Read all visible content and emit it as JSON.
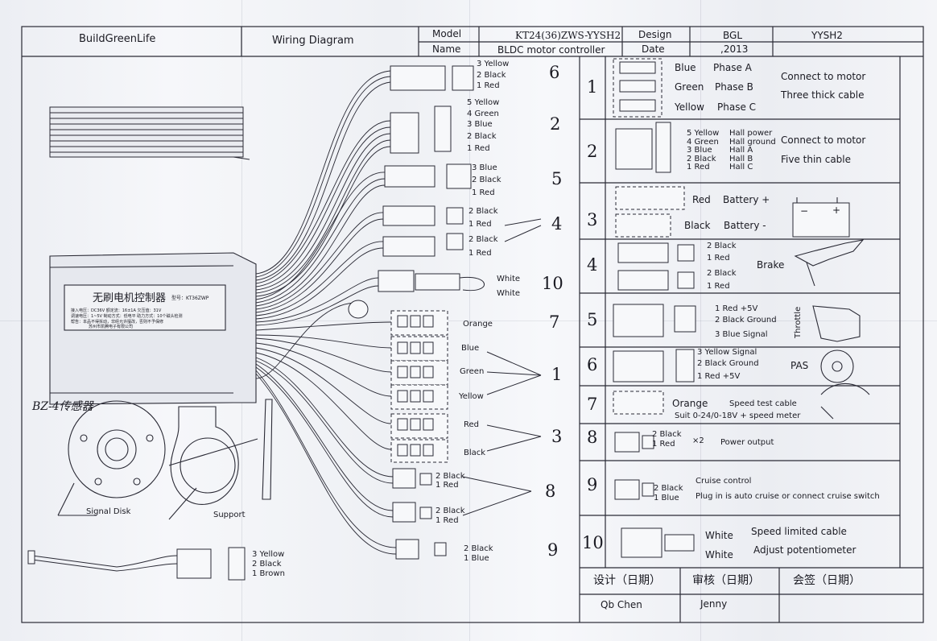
{
  "header": {
    "company": "BuildGreenLife",
    "title": "Wiring Diagram",
    "model_label": "Model",
    "model_value": "KT24(36)ZWS-YYSH2",
    "name_label": "Name",
    "name_value": "BLDC motor controller",
    "design_label": "Design",
    "design_value": "BGL",
    "design_code": "YYSH2",
    "date_label": "Date",
    "date_value": ",2013"
  },
  "controller": {
    "chinese_title": "无刷电机控制器",
    "model_tag": "型号：KT36ZWP",
    "spec_lines": [
      "接入电压：DC36V  额定流：16±1A  欠压值：31V",
      "调速电压：1~5V  制动方式：低电平  助力方式：10个磁头检测",
      "帮告：本品不得拆动，非经允许擅改，否则不予保修",
      "苏州市凯腾电子有限公司"
    ]
  },
  "connectors_left": [
    {
      "id": "6",
      "wires": [
        "3 Yellow",
        "2 Black",
        "1 Red"
      ]
    },
    {
      "id": "2",
      "wires": [
        "5 Yellow",
        "4 Green",
        "3 Blue",
        "2 Black",
        "1 Red"
      ]
    },
    {
      "id": "5",
      "wires": [
        "3 Blue",
        "2 Black",
        "1 Red"
      ]
    },
    {
      "id": "4",
      "wires": [
        "2 Black",
        "1 Red",
        "2 Black",
        "1 Red"
      ]
    },
    {
      "id": "10",
      "wires": [
        "White",
        "White"
      ]
    },
    {
      "id": "7",
      "wires": [
        "Orange"
      ]
    },
    {
      "id": "1",
      "wires": [
        "Blue",
        "Green",
        "Yellow"
      ]
    },
    {
      "id": "3",
      "wires": [
        "Red",
        "Black"
      ]
    },
    {
      "id": "8",
      "wires": [
        "2 Black",
        "1 Red",
        "2 Black",
        "1 Red"
      ]
    },
    {
      "id": "9",
      "wires": [
        "2 Black",
        "1 Blue"
      ]
    }
  ],
  "sensor": {
    "title": "BZ-4传感器",
    "signal_disk": "Signal Disk",
    "support": "Support",
    "cable_wires": [
      "3 Yellow",
      "2 Black",
      "1 Brown"
    ]
  },
  "table_rows": [
    {
      "num": "1",
      "lines": [
        "Blue",
        "Phase A",
        "Green",
        "Phase  B",
        "Yellow",
        "Phase C"
      ],
      "desc": [
        "Connect to motor",
        "Three thick cable"
      ]
    },
    {
      "num": "2",
      "lines": [
        "5 Yellow",
        "4  Green",
        "3  Blue",
        "2  Black",
        "1  Red",
        "Hall power",
        "Hall ground",
        "Hall A",
        "Hall B",
        "Hall C"
      ],
      "desc": [
        "Connect to  motor",
        "Five thin cable"
      ]
    },
    {
      "num": "3",
      "lines": [
        "Red",
        "Battery +",
        "Black",
        "Battery -"
      ],
      "desc": []
    },
    {
      "num": "4",
      "lines": [
        "2 Black",
        "1 Red",
        "2 Black",
        "1 Red"
      ],
      "desc": [
        "Brake"
      ]
    },
    {
      "num": "5",
      "lines": [
        "1 Red   +5V",
        "2 Black  Ground",
        "3 Blue   Signal"
      ],
      "desc": [
        "Throttle"
      ]
    },
    {
      "num": "6",
      "lines": [
        "3 Yellow  Signal",
        "2 Black  Ground",
        "1 Red    +5V"
      ],
      "desc": [
        "PAS"
      ]
    },
    {
      "num": "7",
      "lines": [
        "Orange",
        "Speed test cable",
        "Suit 0-24/0-18V + speed meter"
      ],
      "desc": []
    },
    {
      "num": "8",
      "lines": [
        "2 Black",
        "1 Red",
        "×2"
      ],
      "desc": [
        "Power output"
      ]
    },
    {
      "num": "9",
      "lines": [
        "2 Black",
        "1 Blue"
      ],
      "desc": [
        "Cruise  control",
        "Plug in is auto cruise or connect cruise switch"
      ]
    },
    {
      "num": "10",
      "lines": [
        "White",
        "White"
      ],
      "desc": [
        "Speed limited cable",
        "Adjust potentiometer"
      ]
    }
  ],
  "footer": {
    "design_label": "设计（日期）",
    "review_label": "审核（日期）",
    "sign_label": "会签（日期）",
    "designer": "Qb Chen",
    "reviewer": "Jenny"
  },
  "colors": {
    "ink": "#1a1a22",
    "paper": "#f3f4f7",
    "line": "#2a2a35"
  }
}
